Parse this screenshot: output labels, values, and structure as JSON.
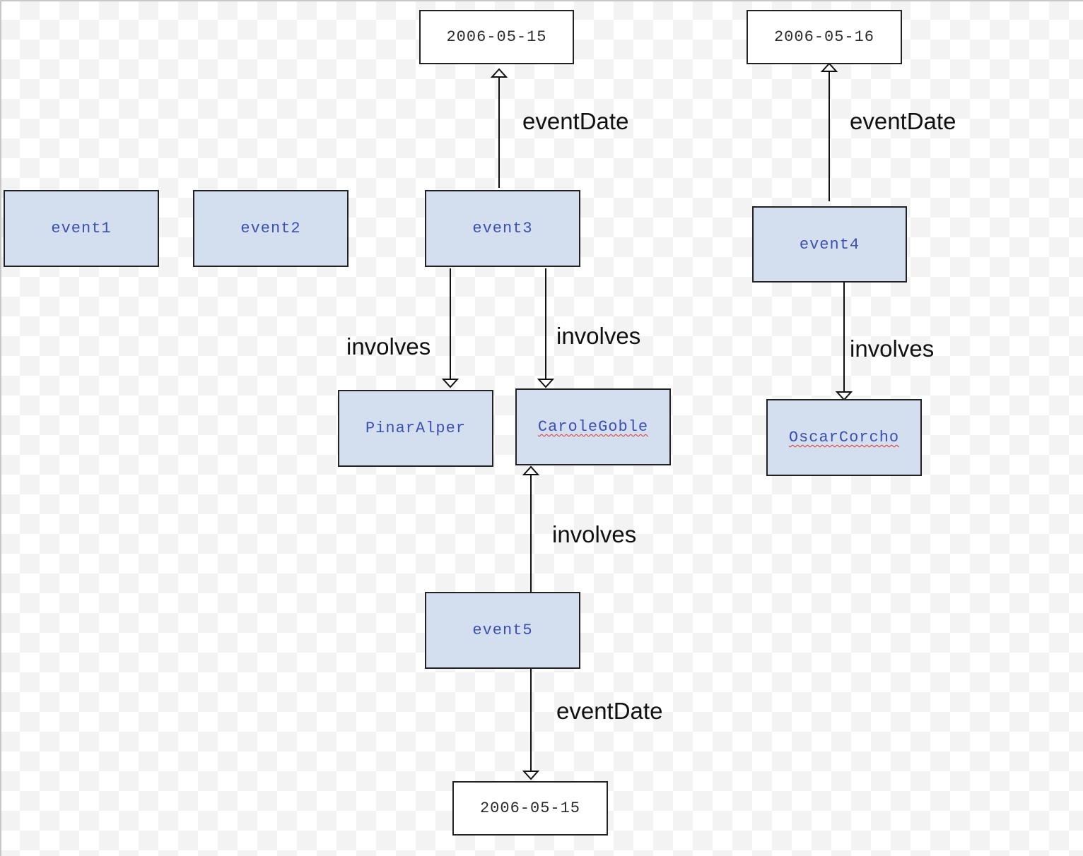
{
  "diagram": {
    "nodes": {
      "event1": "event1",
      "event2": "event2",
      "event3": "event3",
      "event4": "event4",
      "event5": "event5",
      "pinar_alper": "PinarAlper",
      "carole_goble": "CaroleGoble",
      "oscar_corcho": "OscarCorcho",
      "date_event3": "2006-05-15",
      "date_event4": "2006-05-16",
      "date_event5": "2006-05-15"
    },
    "edges": {
      "event3_event_date": "eventDate",
      "event4_event_date": "eventDate",
      "event3_involves_pinar": "involves",
      "event3_involves_carole": "involves",
      "event4_involves_oscar": "involves",
      "event5_involves_carole": "involves",
      "event5_event_date": "eventDate"
    },
    "colors": {
      "entity_fill": "#d3dfee",
      "entity_text": "#3d4fb0",
      "date_fill": "#ffffff",
      "line": "#111111",
      "spellcheck_underline": "#e03030"
    }
  }
}
